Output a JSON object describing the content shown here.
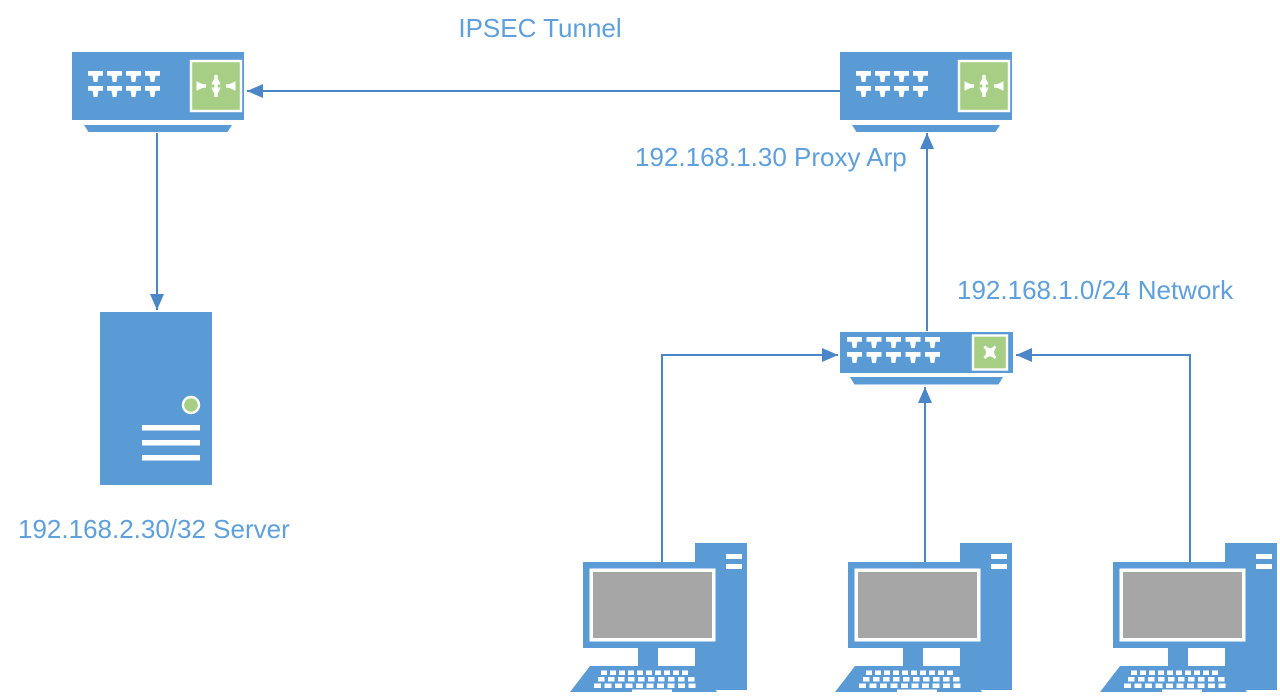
{
  "labels": {
    "tunnel": "IPSEC Tunnel",
    "proxy_arp": "192.168.1.30 Proxy Arp",
    "network": "192.168.1.0/24 Network",
    "server": "192.168.2.30/32 Server"
  },
  "nodes": [
    {
      "id": "router-left",
      "icon": "router-icon"
    },
    {
      "id": "router-right",
      "icon": "router-icon"
    },
    {
      "id": "switch",
      "icon": "switch-icon"
    },
    {
      "id": "server",
      "icon": "server-icon"
    },
    {
      "id": "pc-1",
      "icon": "workstation-icon"
    },
    {
      "id": "pc-2",
      "icon": "workstation-icon"
    },
    {
      "id": "pc-3",
      "icon": "workstation-icon"
    }
  ],
  "connections": [
    {
      "from": "router-right",
      "to": "router-left",
      "label": "IPSEC Tunnel"
    },
    {
      "from": "router-left",
      "to": "server",
      "label": ""
    },
    {
      "from": "switch",
      "to": "router-right",
      "label": ""
    },
    {
      "from": "pc-1",
      "to": "switch",
      "label": ""
    },
    {
      "from": "pc-2",
      "to": "switch",
      "label": ""
    },
    {
      "from": "pc-3",
      "to": "switch",
      "label": ""
    }
  ],
  "colors": {
    "device-blue": "#5b9bd5",
    "connector-blue": "#4a86c8",
    "symbol-green": "#a6cf85",
    "screen-gray": "#a6a6a6",
    "label-blue": "#5fa0dc"
  }
}
